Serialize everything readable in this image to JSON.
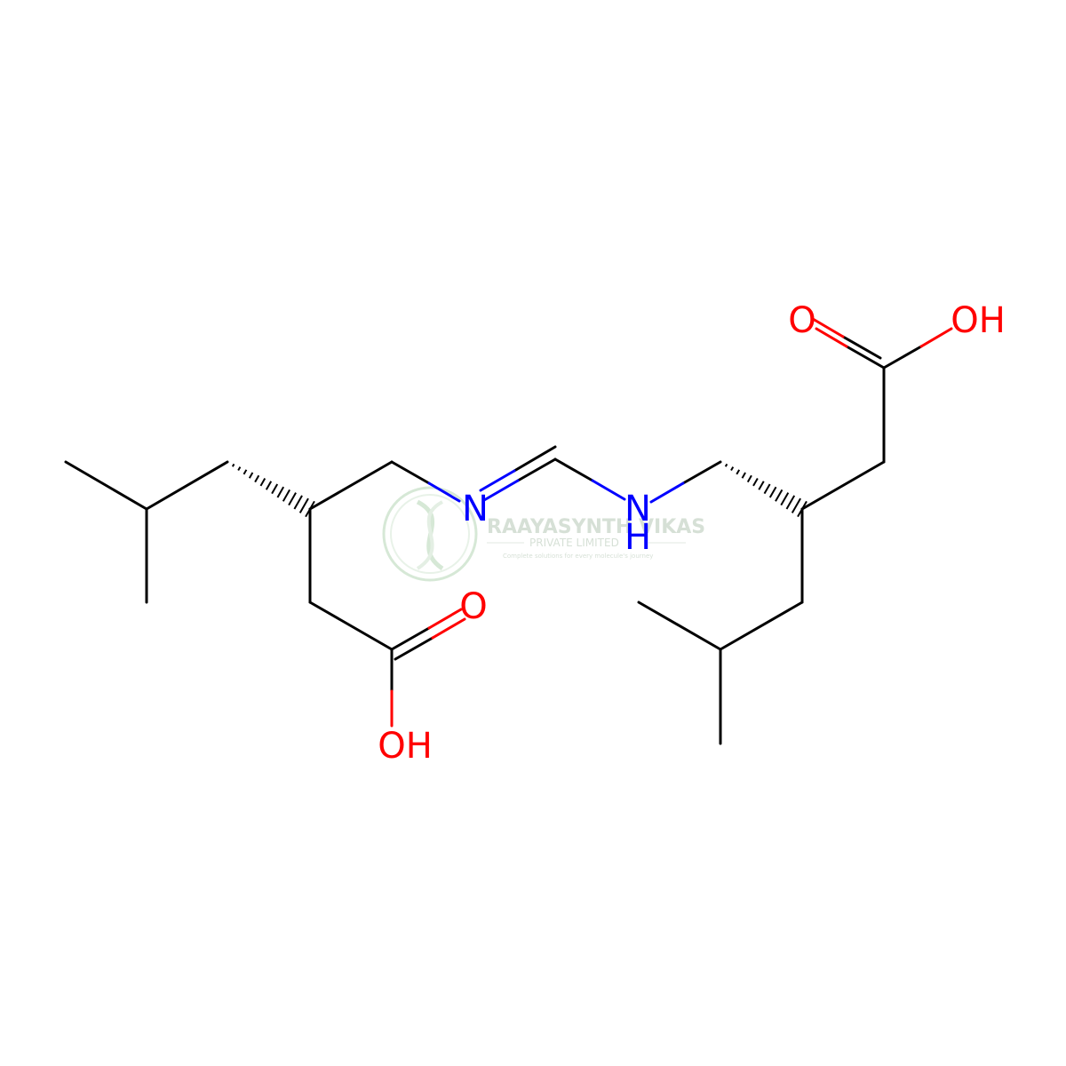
{
  "labels": {
    "o_top": "O",
    "oh_top": "OH",
    "n_left": "N",
    "n_right": "N",
    "h_right": "H",
    "o_bottom": "O",
    "oh_bottom": "OH"
  },
  "watermark": {
    "title": "RAAYASYNTH VIKAS",
    "subtitle": "PRIVATE LIMITED",
    "tagline": "Complete solutions for every molecule's journey"
  },
  "colors": {
    "bond": "#000000",
    "nitrogen": "#0000ff",
    "oxygen": "#ff0000",
    "watermark": "#b5d6b5"
  }
}
